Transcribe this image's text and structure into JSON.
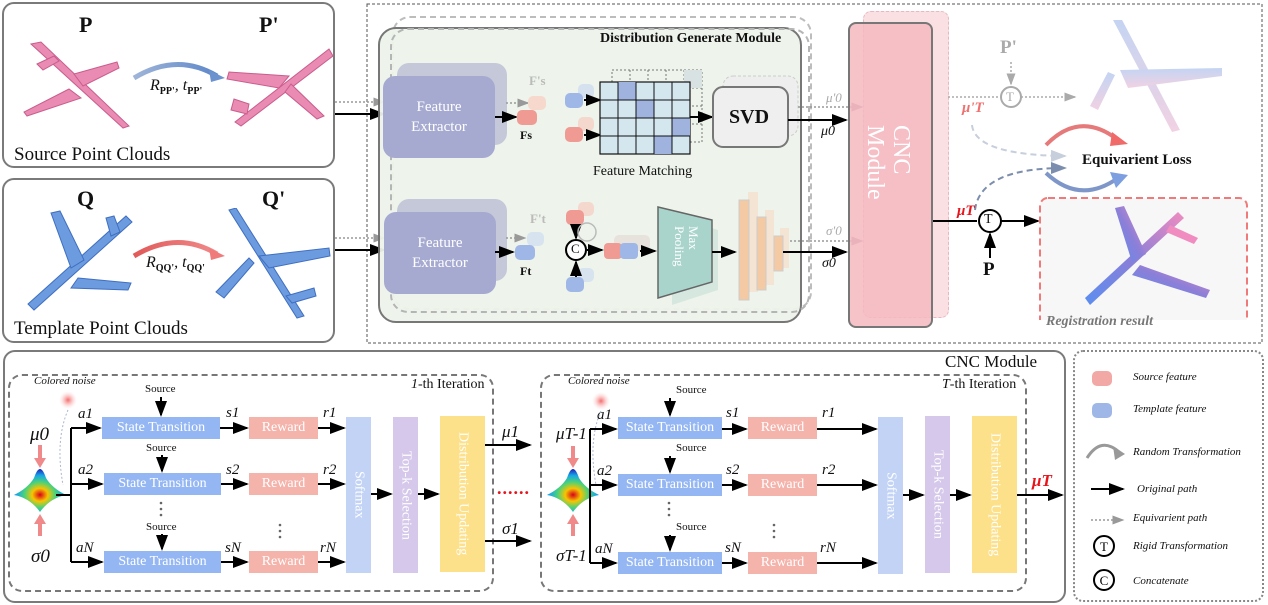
{
  "source_panel": {
    "title": "Source Point Clouds",
    "cloud_a": "P",
    "cloud_b": "P'",
    "transform_R": "R",
    "transform_R_sub": "PP'",
    "transform_t": "t",
    "transform_t_sub": "PP'"
  },
  "template_panel": {
    "title": "Template Point Clouds",
    "cloud_a": "Q",
    "cloud_b": "Q'",
    "transform_R": "R",
    "transform_R_sub": "QQ'",
    "transform_t": "t",
    "transform_t_sub": "QQ'"
  },
  "dgm": {
    "title": "Distribution Generate Module",
    "feature_extractor_top": "Feature Extractor",
    "feature_extractor_bottom": "Feature Extractor",
    "fs_prime": "F's",
    "fs": "Fs",
    "ft_prime": "F't",
    "ft": "Ft",
    "feature_matching": "Feature Matching",
    "svd": "SVD",
    "max_pooling": "Max Pooling",
    "concat_symbol": "C"
  },
  "outputs": {
    "mu0_prime": "μ'0",
    "mu0": "μ0",
    "sigma0_prime": "σ'0",
    "sigma0": "σ0"
  },
  "cnc_block": {
    "label": "CNC Module"
  },
  "right_section": {
    "p_prime": "P'",
    "mu_T_prime": "μ'T",
    "transform_symbol": "T",
    "equivariant_loss": "Equivarient Loss",
    "mu_T": "μT",
    "p": "P",
    "registration_result": "Registration result"
  },
  "cnc_detail": {
    "title": "CNC Module",
    "dots": "......",
    "iterations": [
      {
        "title_prefix": "1",
        "title_suffix": "-th Iteration",
        "colored_noise": "Colored noise",
        "mu_in": "μ0",
        "sigma_in": "σ0",
        "mu_out": "μ1",
        "sigma_out": "σ1",
        "rows": [
          {
            "action": "a1",
            "source": "Source",
            "state": "State Transition",
            "s": "s1",
            "reward": "Reward",
            "r": "r1"
          },
          {
            "action": "a2",
            "source": "Source",
            "state": "State Transition",
            "s": "s2",
            "reward": "Reward",
            "r": "r2"
          },
          {
            "action": "aN",
            "source": "Source",
            "state": "State Transition",
            "s": "sN",
            "reward": "Reward",
            "r": "rN"
          }
        ],
        "softmax": "Softmax",
        "topk": "Top-k Selection",
        "update": "Distribution Updating"
      },
      {
        "title_prefix": "T",
        "title_suffix": "-th Iteration",
        "colored_noise": "Colored noise",
        "mu_in": "μT-1",
        "sigma_in": "σT-1",
        "mu_out": "μT",
        "sigma_out": "",
        "rows": [
          {
            "action": "a1",
            "source": "Source",
            "state": "State Transition",
            "s": "s1",
            "reward": "Reward",
            "r": "r1"
          },
          {
            "action": "a2",
            "source": "Source",
            "state": "State Transition",
            "s": "s2",
            "reward": "Reward",
            "r": "r2"
          },
          {
            "action": "aN",
            "source": "Source",
            "state": "State Transition",
            "s": "sN",
            "reward": "Reward",
            "r": "rN"
          }
        ],
        "softmax": "Softmax",
        "topk": "Top-k Selection",
        "update": "Distribution Updating"
      }
    ]
  },
  "legend": {
    "items": [
      {
        "icon": "source-feature-icon",
        "label": "Source feature"
      },
      {
        "icon": "template-feature-icon",
        "label": "Template feature"
      },
      {
        "icon": "random-transformation-icon",
        "label": "Random Transformation"
      },
      {
        "icon": "original-path-icon",
        "label": "Original path"
      },
      {
        "icon": "equivariant-path-icon",
        "label": "Equivarient path"
      },
      {
        "icon": "rigid-transformation-icon",
        "label": "Rigid Transformation"
      },
      {
        "icon": "concatenate-icon",
        "label": "Concatenate"
      }
    ]
  },
  "colors": {
    "source_pink": "#e87aa8",
    "template_blue": "#5b8bd9",
    "dgm_bg": "#eef4ea",
    "feature_extractor": "#a5a9cf",
    "cnc_pink": "#f5bcc4",
    "state_transition": "#94b6f2",
    "reward": "#f4b3ab",
    "softmax": "#c2d3f6",
    "topk": "#d5c8ea",
    "update": "#fde08a",
    "highlight_red": "#e8141c"
  }
}
